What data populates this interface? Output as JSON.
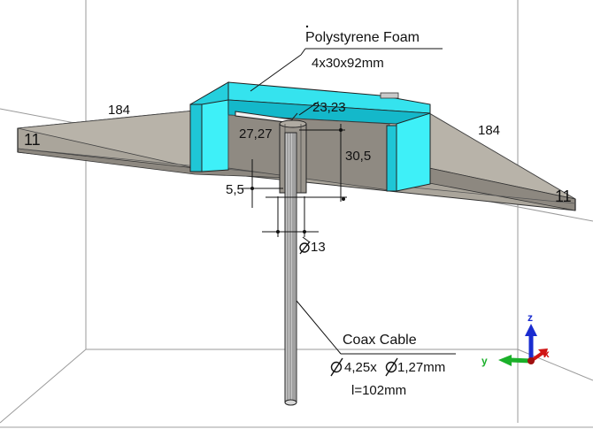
{
  "labels": {
    "foam_title": "Polystyrene Foam",
    "foam_size": "4x30x92mm",
    "width_left": "184",
    "width_right": "184",
    "thickness_left": "11",
    "thickness_right": "11",
    "dim_a": "23,23",
    "dim_b": "27,27",
    "dim_c": "30,5",
    "dim_d": "5,5",
    "dim_e": "13",
    "coax_title": "Coax Cable",
    "coax_dims_mid": "4,25x",
    "coax_dims_end": "1,27mm",
    "coax_length": "l=102mm"
  },
  "axes": {
    "z": "z",
    "y": "y",
    "x": "x"
  },
  "colors": {
    "background": "#ffffff",
    "plate": "#aaa59b",
    "foam": "#33e6f0",
    "foam_dark": "#17bfd0",
    "triad_z": "#1a2cd0",
    "triad_y": "#1bb02a",
    "triad_x": "#d01414"
  }
}
